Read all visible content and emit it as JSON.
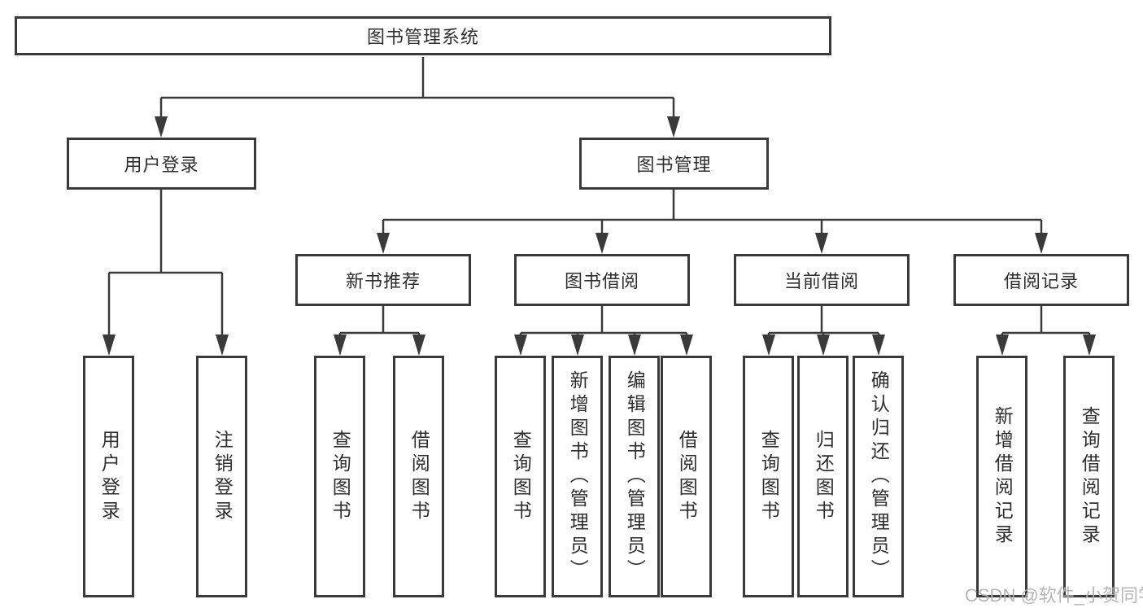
{
  "diagram": {
    "root": {
      "label": "图书管理系统"
    },
    "level2": [
      {
        "label": "用户登录"
      },
      {
        "label": "图书管理"
      }
    ],
    "level3": [
      {
        "label": "新书推荐"
      },
      {
        "label": "图书借阅"
      },
      {
        "label": "当前借阅"
      },
      {
        "label": "借阅记录"
      }
    ],
    "leaves": [
      {
        "label": "用户登录"
      },
      {
        "label": "注销登录"
      },
      {
        "label": "查询图书"
      },
      {
        "label": "借阅图书"
      },
      {
        "label": "查询图书"
      },
      {
        "label": "新增图书（管理员）"
      },
      {
        "label": "编辑图书（管理员）"
      },
      {
        "label": "借阅图书"
      },
      {
        "label": "查询图书"
      },
      {
        "label": "归还图书"
      },
      {
        "label": "确认归还（管理员）"
      },
      {
        "label": "新增借阅记录"
      },
      {
        "label": "查询借阅记录"
      }
    ]
  },
  "watermark": {
    "text": "CSDN @软件_小贺同学"
  },
  "colors": {
    "line": "#3a3a3a",
    "text": "#2e2e2e",
    "background": "#ffffff",
    "watermark": "#b3b3b3"
  }
}
